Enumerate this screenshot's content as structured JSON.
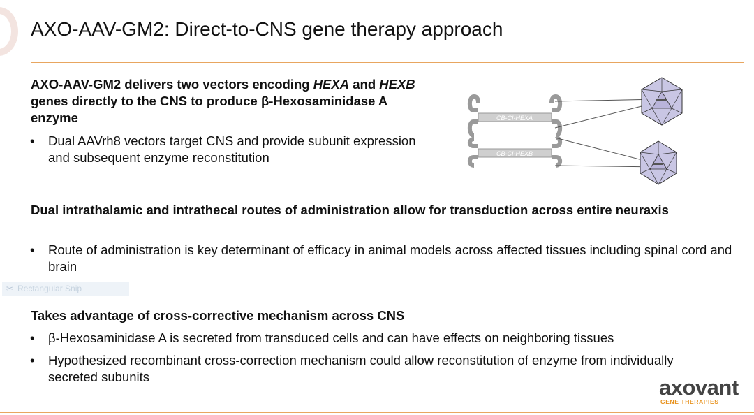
{
  "slide": {
    "title": "AXO-AAV-GM2: Direct-to-CNS gene therapy approach",
    "section1": {
      "heading_parts": [
        "AXO-AAV-GM2 delivers two vectors encoding ",
        "HEXA",
        " and ",
        "HEXB",
        " genes directly to the CNS to produce β-Hexosaminidase A enzyme"
      ],
      "bullets": [
        "Dual AAVrh8 vectors target CNS and provide subunit expression and subsequent enzyme reconstitution"
      ]
    },
    "section2": {
      "heading": "Dual intrathalamic and intrathecal routes of administration allow for transduction across entire neuraxis",
      "bullets": [
        "Route of administration is key determinant of efficacy in animal models across affected tissues including spinal cord and brain"
      ]
    },
    "section3": {
      "heading": "Takes advantage of cross-corrective mechanism across CNS",
      "bullets": [
        "β-Hexosaminidase A is secreted from transduced cells and can have effects on neighboring tissues",
        "Hypothesized recombinant cross-correction mechanism could allow reconstitution of enzyme from individually secreted subunits"
      ]
    },
    "diagram": {
      "vector1_label": "CB-CI-HEXA",
      "vector2_label": "CB-CI-HEXB",
      "capsid_fill": "#c9c6e4",
      "capsid_stroke": "#333333",
      "vector_fill": "#cfcfcf"
    },
    "overlay": {
      "snip_label": "Rectangular Snip",
      "snip_icon": "scissors-icon"
    },
    "logo": {
      "main": "axovant",
      "sub": "GENE THERAPIES",
      "accent_color": "#e8931f"
    }
  }
}
